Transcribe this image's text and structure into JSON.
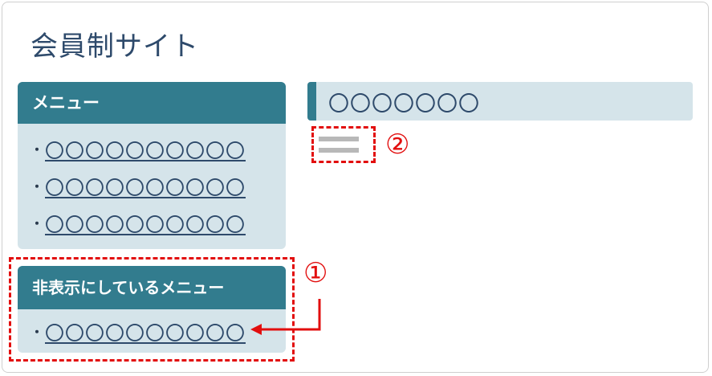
{
  "site": {
    "title": "会員制サイト"
  },
  "menu": {
    "header": "メニュー",
    "items": [
      {
        "bullet": "・",
        "label": "〇〇〇〇〇〇〇〇〇〇"
      },
      {
        "bullet": "・",
        "label": "〇〇〇〇〇〇〇〇〇〇"
      },
      {
        "bullet": "・",
        "label": "〇〇〇〇〇〇〇〇〇〇"
      }
    ]
  },
  "hidden_menu": {
    "header": "非表示にしているメニュー",
    "items": [
      {
        "bullet": "・",
        "label": "〇〇〇〇〇〇〇〇〇〇"
      }
    ]
  },
  "main": {
    "heading": "〇〇〇〇〇〇〇"
  },
  "annotations": {
    "one": "①",
    "two": "②"
  },
  "colors": {
    "accent": "#327c8e",
    "panel": "#d5e4ea",
    "highlight": "#e20e0e",
    "text": "#2e4a6b"
  },
  "icons": {
    "hamburger": "hamburger-menu-icon"
  }
}
